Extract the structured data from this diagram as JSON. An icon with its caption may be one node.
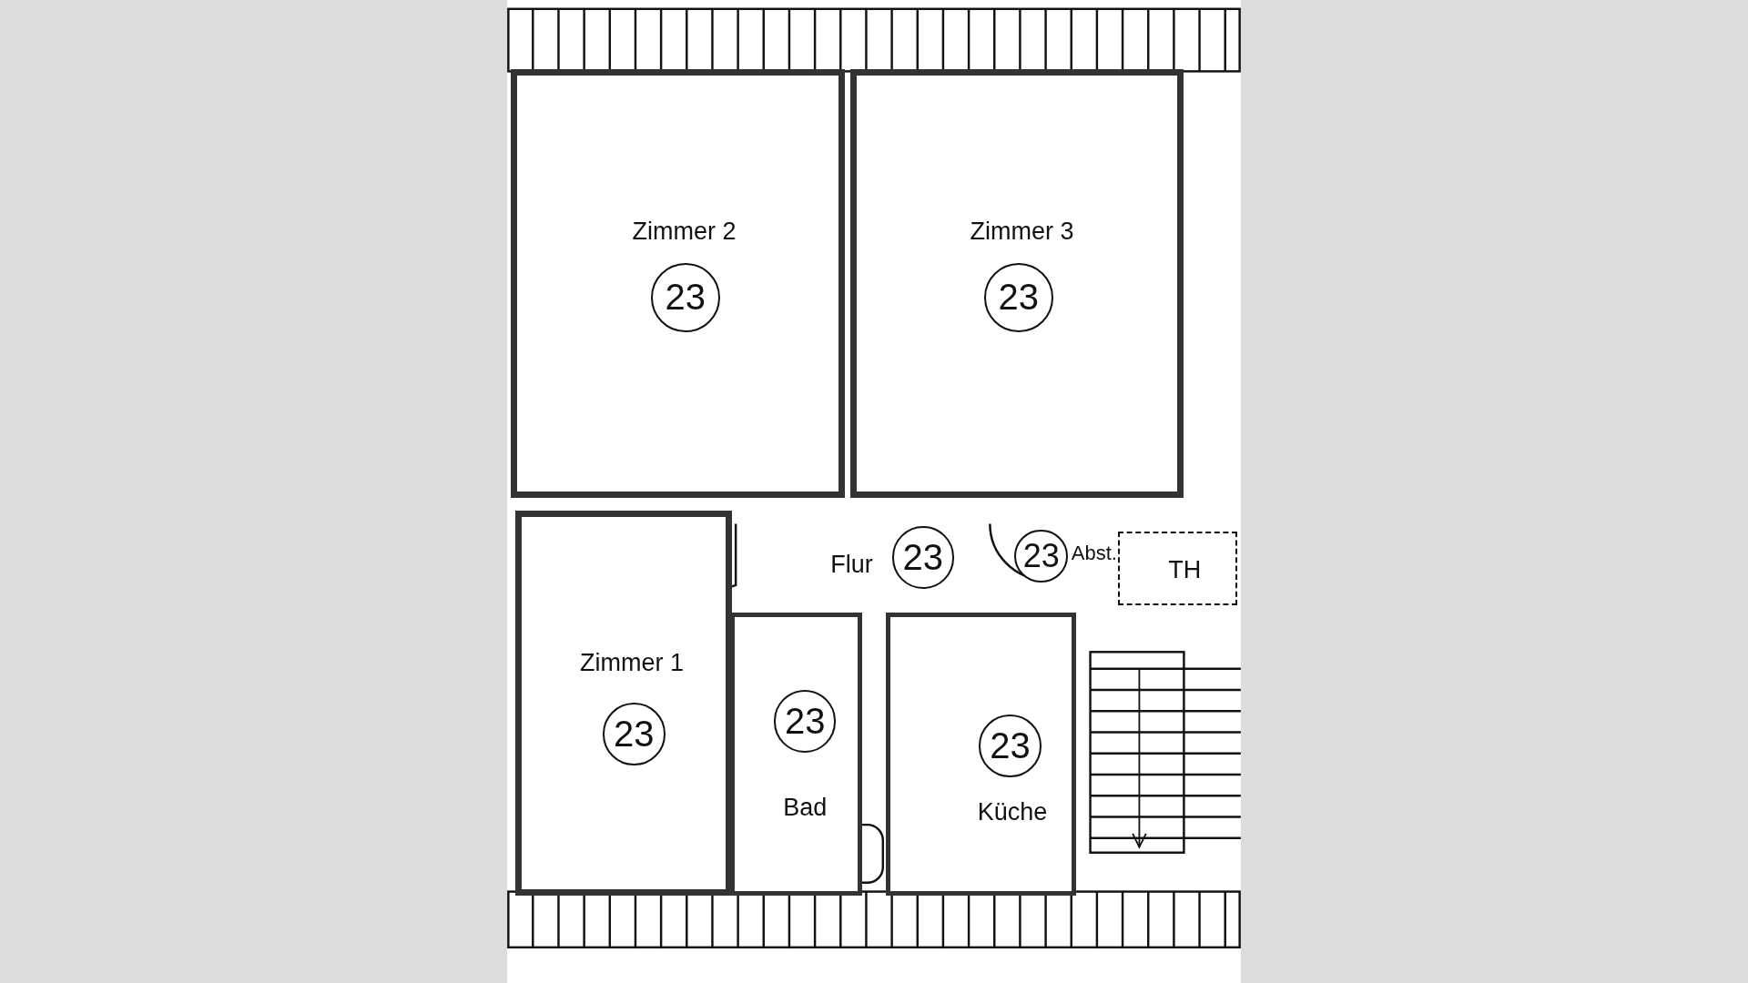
{
  "diagram": {
    "nodes": [
      {
        "text": [
          "Zimmer 2"
        ]
      },
      {
        "text": [
          "23"
        ],
        "in": 0
      },
      {
        "text": [
          "Zimmer 3"
        ]
      },
      {
        "text": [
          "23"
        ],
        "in": 2
      },
      {
        "text": [
          "Flur"
        ]
      },
      {
        "text": [
          "23"
        ],
        "in": 4
      },
      {
        "text": [
          "23"
        ],
        "beside": [
          "Abst."
        ]
      },
      {
        "text": [
          "TH"
        ]
      },
      {
        "text": [
          "Zimmer 1"
        ]
      },
      {
        "text": [
          "23"
        ],
        "in": 8
      },
      {
        "text": [
          "Bad"
        ]
      },
      {
        "text": [
          "23"
        ],
        "in": 10
      },
      {
        "text": [
          "Küche"
        ]
      },
      {
        "text": [
          "23"
        ],
        "in": 12
      }
    ]
  }
}
